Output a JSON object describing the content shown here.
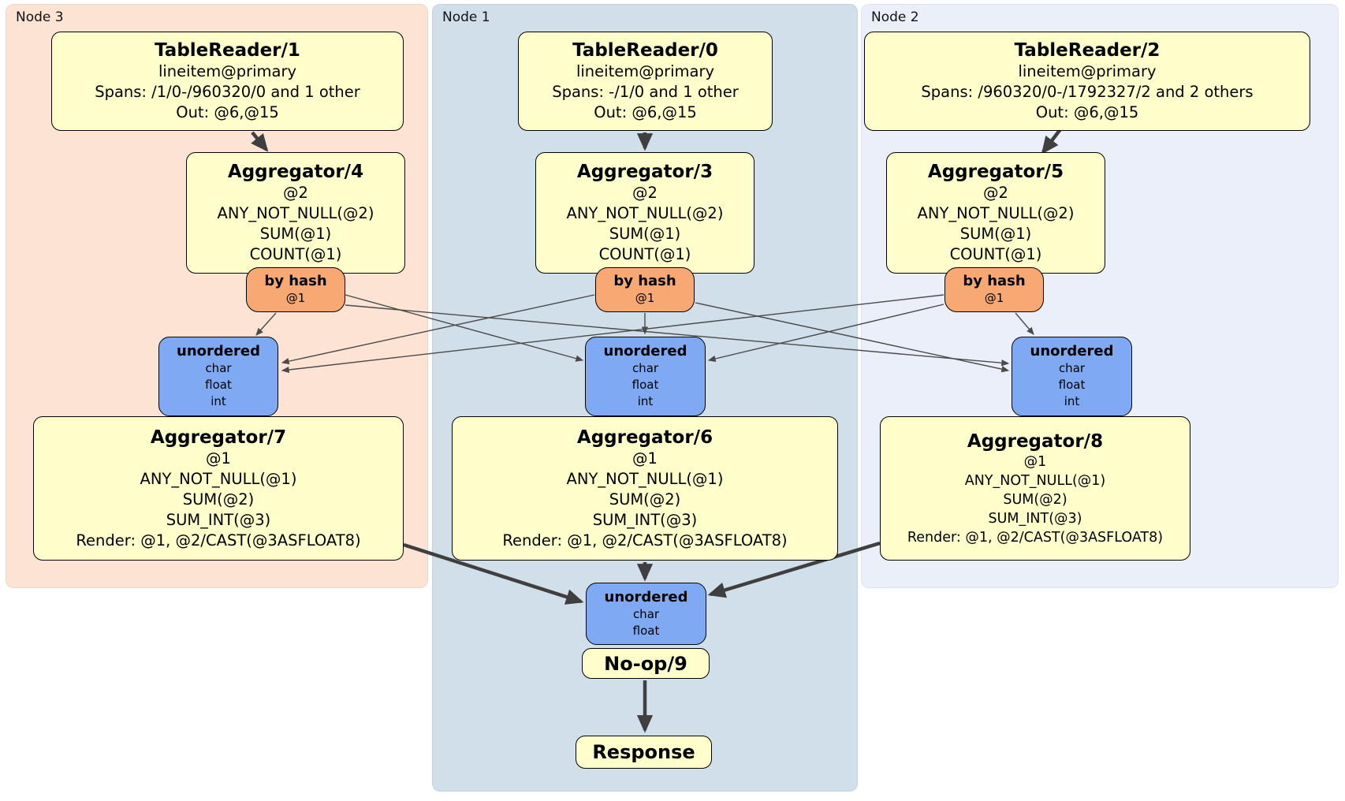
{
  "colors": {
    "node3-bg": "#fce3d3",
    "node1-bg": "#d0dfe9",
    "node2-bg": "#eaeffa",
    "box-yellow": "#ffffcc",
    "router-orange": "#f7a873",
    "stream-blue": "#7fa9f2",
    "edge": "#4a4a4a",
    "edge-thick": "#3f3f3f"
  },
  "panels": {
    "node3": {
      "label": "Node 3"
    },
    "node1": {
      "label": "Node 1"
    },
    "node2": {
      "label": "Node 2"
    }
  },
  "processors": {
    "tr1": {
      "title": "TableReader/1",
      "details": [
        "lineitem@primary",
        "Spans: /1/0-/960320/0 and 1 other",
        "Out: @6,@15"
      ]
    },
    "tr0": {
      "title": "TableReader/0",
      "details": [
        "lineitem@primary",
        "Spans: -/1/0 and 1 other",
        "Out: @6,@15"
      ]
    },
    "tr2": {
      "title": "TableReader/2",
      "details": [
        "lineitem@primary",
        "Spans: /960320/0-/1792327/2 and 2 others",
        "Out: @6,@15"
      ]
    },
    "agg4": {
      "title": "Aggregator/4",
      "details": [
        "@2",
        "ANY_NOT_NULL(@2)",
        "SUM(@1)",
        "COUNT(@1)"
      ]
    },
    "agg3": {
      "title": "Aggregator/3",
      "details": [
        "@2",
        "ANY_NOT_NULL(@2)",
        "SUM(@1)",
        "COUNT(@1)"
      ]
    },
    "agg5": {
      "title": "Aggregator/5",
      "details": [
        "@2",
        "ANY_NOT_NULL(@2)",
        "SUM(@1)",
        "COUNT(@1)"
      ]
    },
    "agg7": {
      "title": "Aggregator/7",
      "details": [
        "@1",
        "ANY_NOT_NULL(@1)",
        "SUM(@2)",
        "SUM_INT(@3)",
        "Render: @1, @2/CAST(@3ASFLOAT8)"
      ]
    },
    "agg6": {
      "title": "Aggregator/6",
      "details": [
        "@1",
        "ANY_NOT_NULL(@1)",
        "SUM(@2)",
        "SUM_INT(@3)",
        "Render: @1, @2/CAST(@3ASFLOAT8)"
      ]
    },
    "agg8": {
      "title": "Aggregator/8",
      "details": [
        "@1",
        "ANY_NOT_NULL(@1)",
        "SUM(@2)",
        "SUM_INT(@3)",
        "Render: @1, @2/CAST(@3ASFLOAT8)"
      ]
    },
    "noop": {
      "title": "No-op/9"
    },
    "response": {
      "title": "Response"
    }
  },
  "routers": {
    "hash3": {
      "title": "by hash",
      "detail": "@1"
    },
    "hash1": {
      "title": "by hash",
      "detail": "@1"
    },
    "hash2": {
      "title": "by hash",
      "detail": "@1"
    }
  },
  "streams": {
    "un3": {
      "title": "unordered",
      "details": [
        "char",
        "float",
        "int"
      ]
    },
    "un1": {
      "title": "unordered",
      "details": [
        "char",
        "float",
        "int"
      ]
    },
    "un2": {
      "title": "unordered",
      "details": [
        "char",
        "float",
        "int"
      ]
    },
    "unfinal": {
      "title": "unordered",
      "details": [
        "char",
        "float"
      ]
    }
  }
}
